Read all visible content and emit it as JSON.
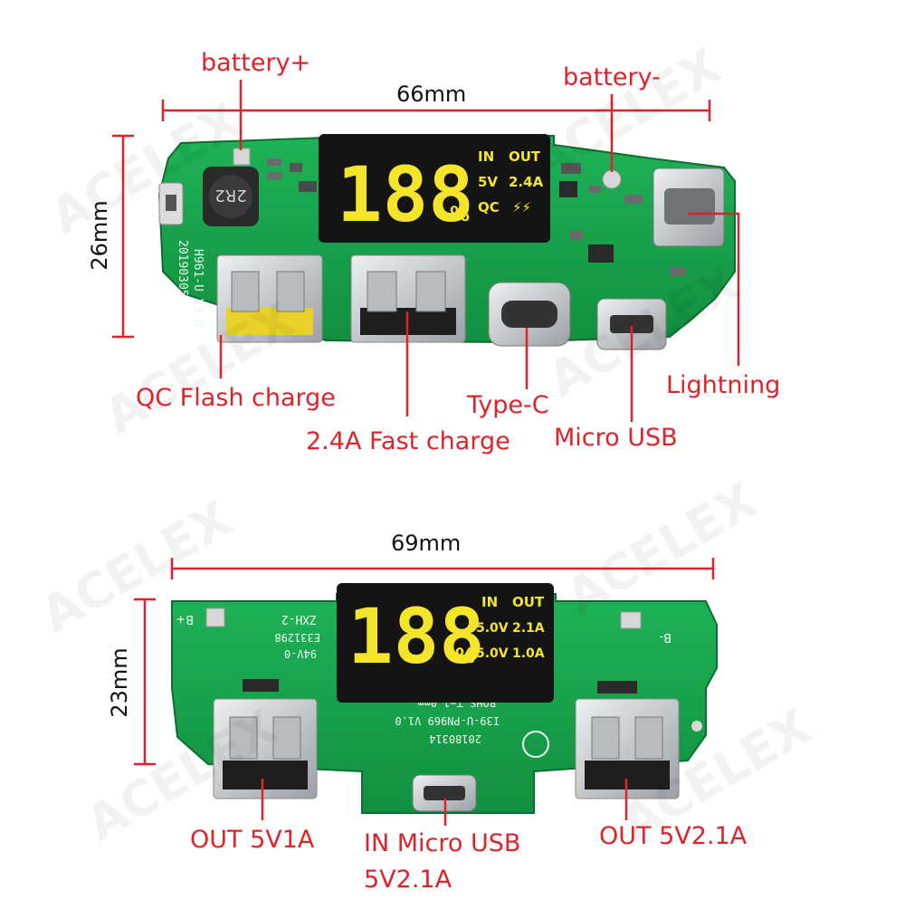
{
  "watermark": "ACELEX",
  "board1": {
    "display": {
      "digits": "188",
      "percent": "%",
      "in_label": "IN",
      "out_label": "OUT",
      "row1_in": "5V",
      "row1_out": "2.4A",
      "row2_in": "QC",
      "row2_out": "⚡⚡"
    },
    "silk": {
      "version": "H961-U V3.0",
      "date": "20190305",
      "inductor": "2R2"
    },
    "callouts": {
      "battery_plus": "battery+",
      "battery_minus": "battery-",
      "qc": "QC Flash charge",
      "fast": "2.4A Fast charge",
      "typec": "Type-C",
      "microusb": "Micro USB",
      "lightning": "Lightning"
    },
    "width_dim": "66mm",
    "height_dim": "26mm"
  },
  "board2": {
    "display": {
      "digits": "188",
      "percent": "%",
      "in_label": "IN",
      "out_label": "OUT",
      "row1_in": "5.0V",
      "row1_out": "2.1A",
      "row2_in": "5.0V",
      "row2_out": "1.0A"
    },
    "silk": {
      "model": "ZXH-2",
      "cert": "E331298",
      "grade": "94V-0",
      "rohs": "ROHS  T=1.0mm",
      "part": "I39-U-PN969  V1.0",
      "date": "20180314",
      "batt_plus": "B+",
      "batt_minus": "B-"
    },
    "callouts": {
      "out1": "OUT 5V1A",
      "in_usb": "IN Micro USB",
      "in_spec": "5V2.1A",
      "out2": "OUT 5V2.1A"
    },
    "width_dim": "69mm",
    "height_dim": "23mm"
  },
  "colors": {
    "pcb": "#16a34a",
    "pcb_dark": "#0e7a35",
    "label_red": "#e0232a",
    "display_bg": "#141414",
    "seg": "#f5e52a",
    "metal": "#c9ccd0"
  }
}
